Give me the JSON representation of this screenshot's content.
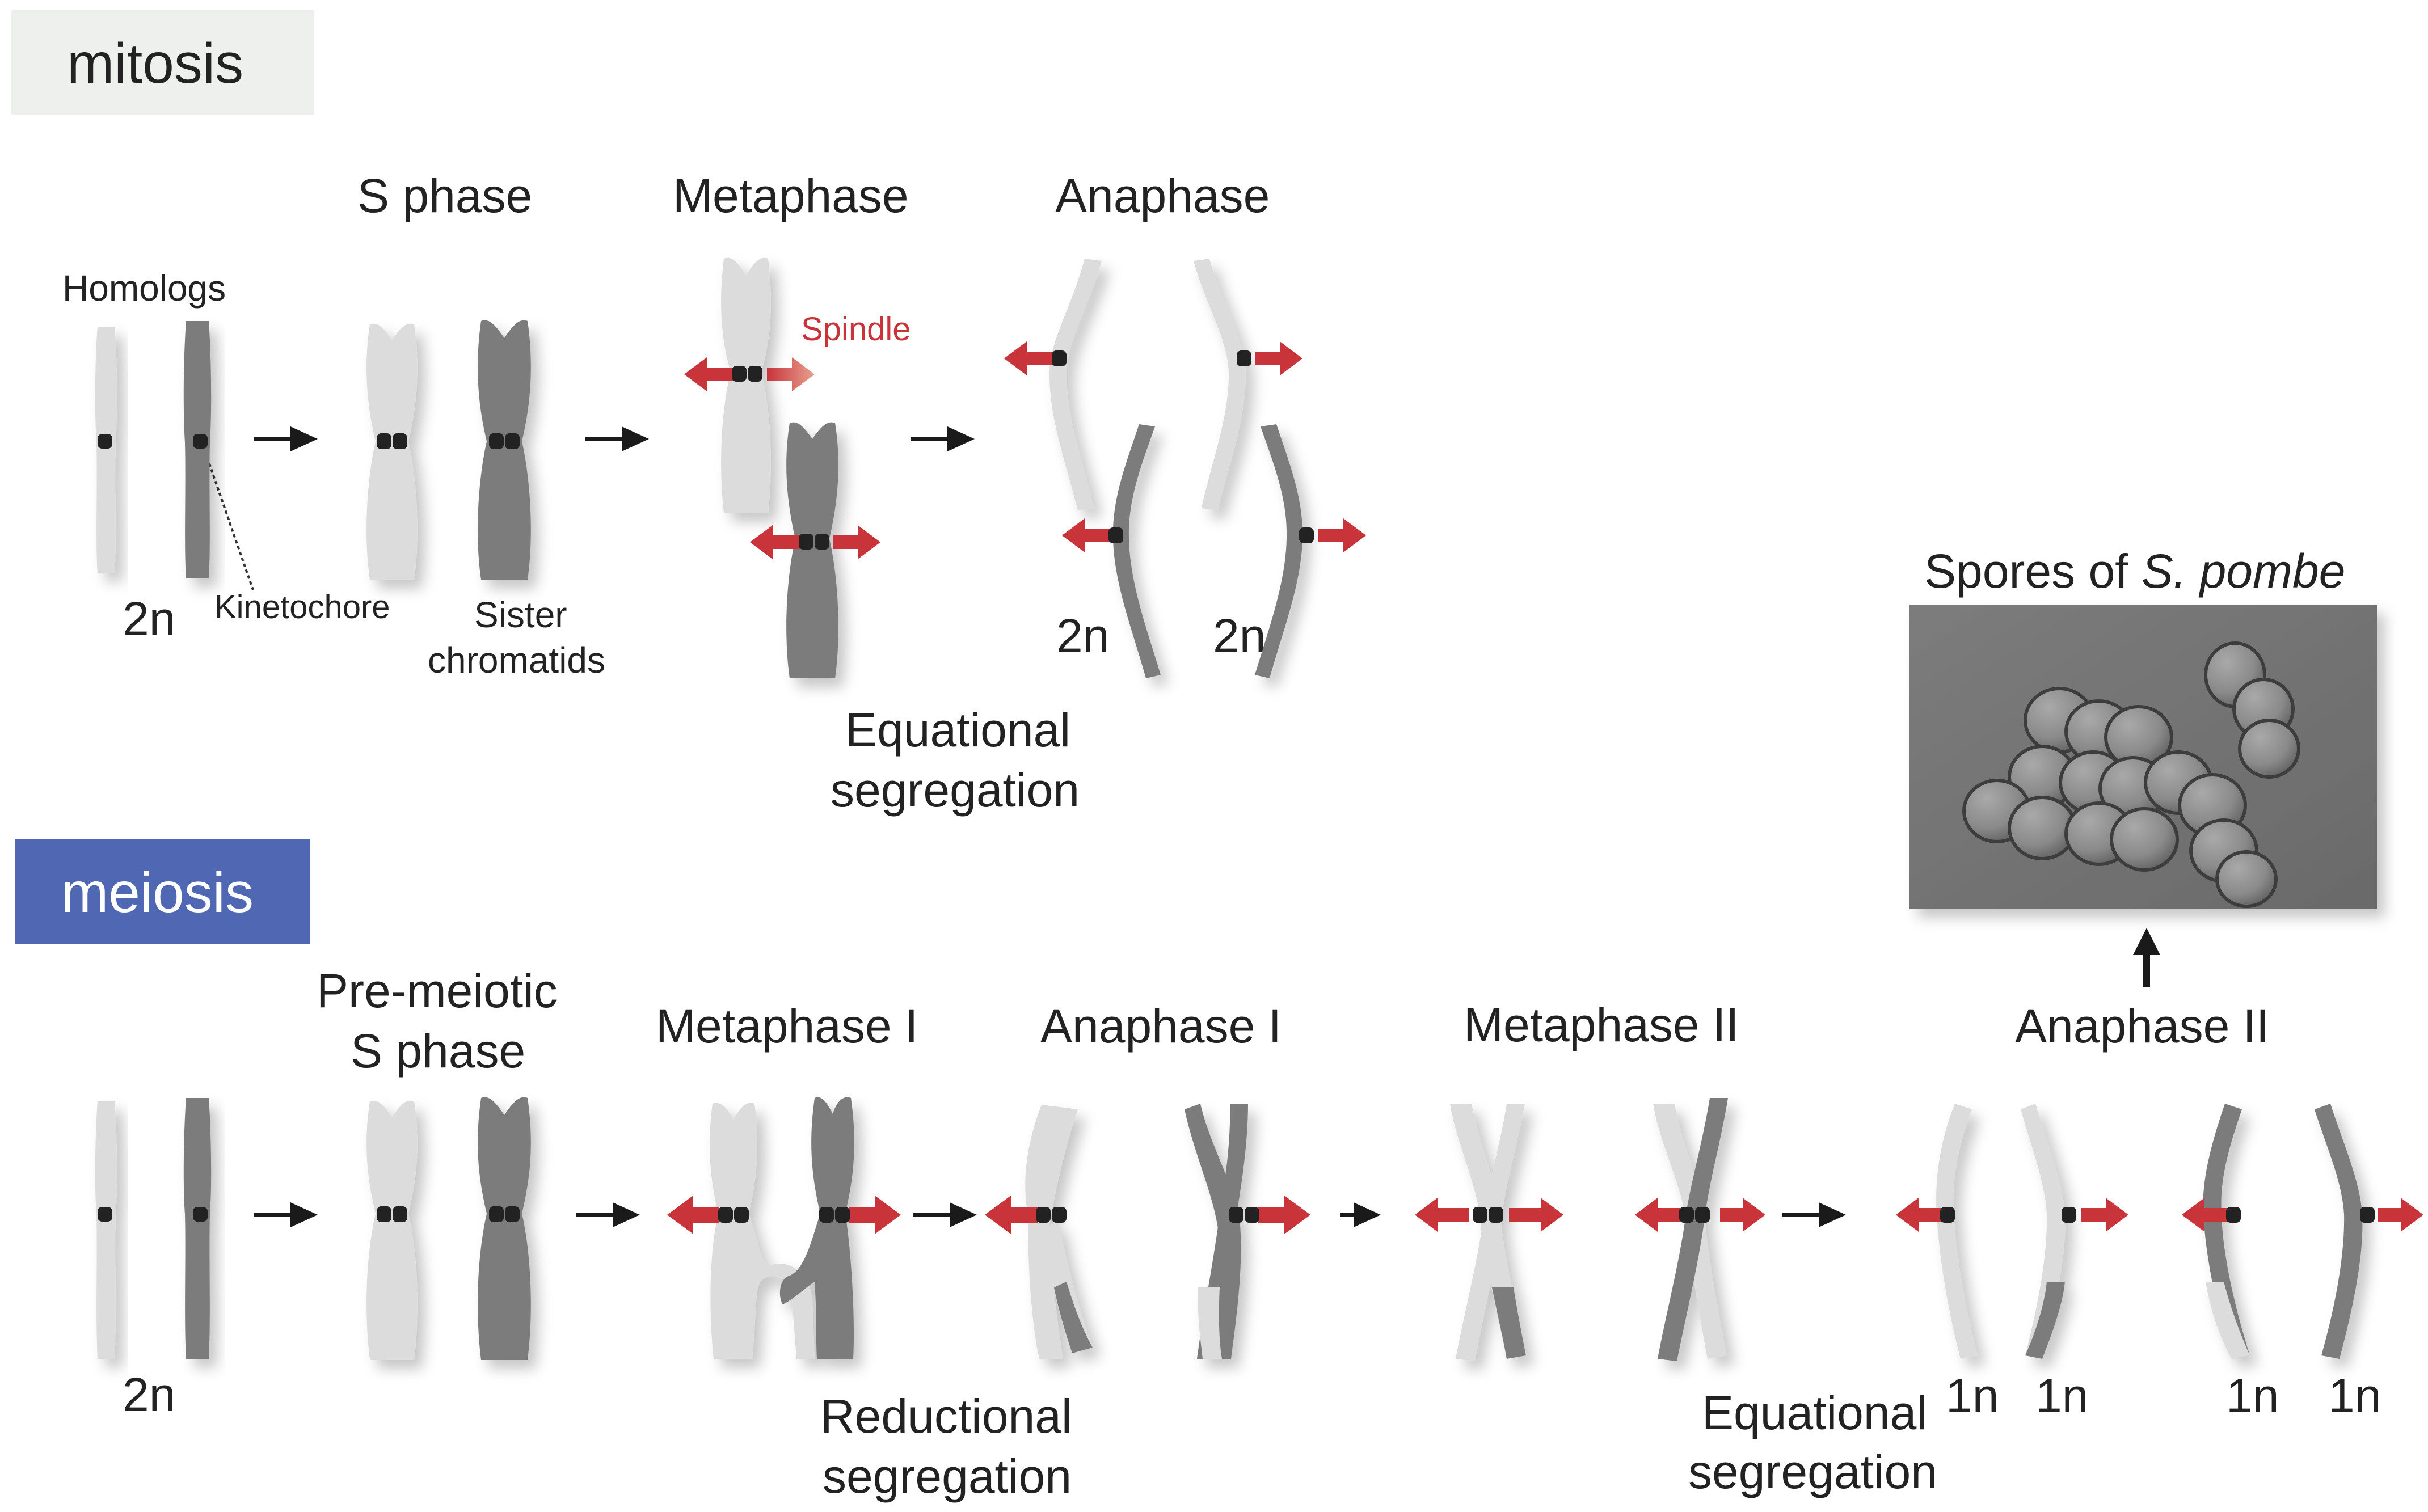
{
  "sections": {
    "mitosis": {
      "tag": "mitosis",
      "tag_color": "#eef0ee",
      "stages": {
        "s_phase": "S phase",
        "metaphase": "Metaphase",
        "anaphase": "Anaphase"
      },
      "labels": {
        "homologs": "Homologs",
        "kinetochore": "Kinetochore",
        "sister_1": "Sister",
        "sister_2": "chromatids",
        "spindle": "Spindle",
        "ploidy_start": "2n",
        "ploidy_end_a": "2n",
        "ploidy_end_b": "2n",
        "segregation_1": "Equational",
        "segregation_2": "segregation"
      }
    },
    "meiosis": {
      "tag": "meiosis",
      "tag_color": "#5068b4",
      "stages": {
        "premeiotic_1": "Pre-meiotic",
        "premeiotic_2": "S phase",
        "metaphase_1": "Metaphase I",
        "anaphase_1": "Anaphase I",
        "metaphase_2": "Metaphase II",
        "anaphase_2": "Anaphase II"
      },
      "labels": {
        "ploidy_start": "2n",
        "ploidy_1": "1n",
        "ploidy_2": "1n",
        "ploidy_3": "1n",
        "ploidy_4": "1n",
        "reductional_1": "Reductional",
        "reductional_2": "segregation",
        "equational_1": "Equational",
        "equational_2": "segregation"
      }
    }
  },
  "spores": {
    "title_prefix": "Spores of ",
    "title_species": "S. pombe"
  },
  "colors": {
    "light_chromosome": "#dcdcdc",
    "dark_chromosome": "#7b7b7b",
    "kinetochore": "#222222",
    "spindle_arrow": "#c8343a",
    "flow_arrow": "#1a1a1a"
  }
}
